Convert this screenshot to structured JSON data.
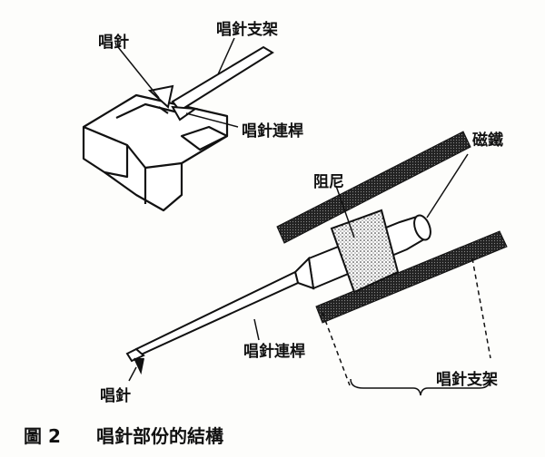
{
  "labels": {
    "stylus_top": "唱針",
    "cantilever_top": "唱針支架",
    "stylus_link_top": "唱針連桿",
    "magnet": "磁鐵",
    "damper": "阻尼",
    "stylus_link_bottom": "唱針連桿",
    "stylus_bottom": "唱針",
    "cantilever_bottom": "唱針支架"
  },
  "caption": {
    "figure_number": "圖 2",
    "title": "唱針部份的結構"
  }
}
